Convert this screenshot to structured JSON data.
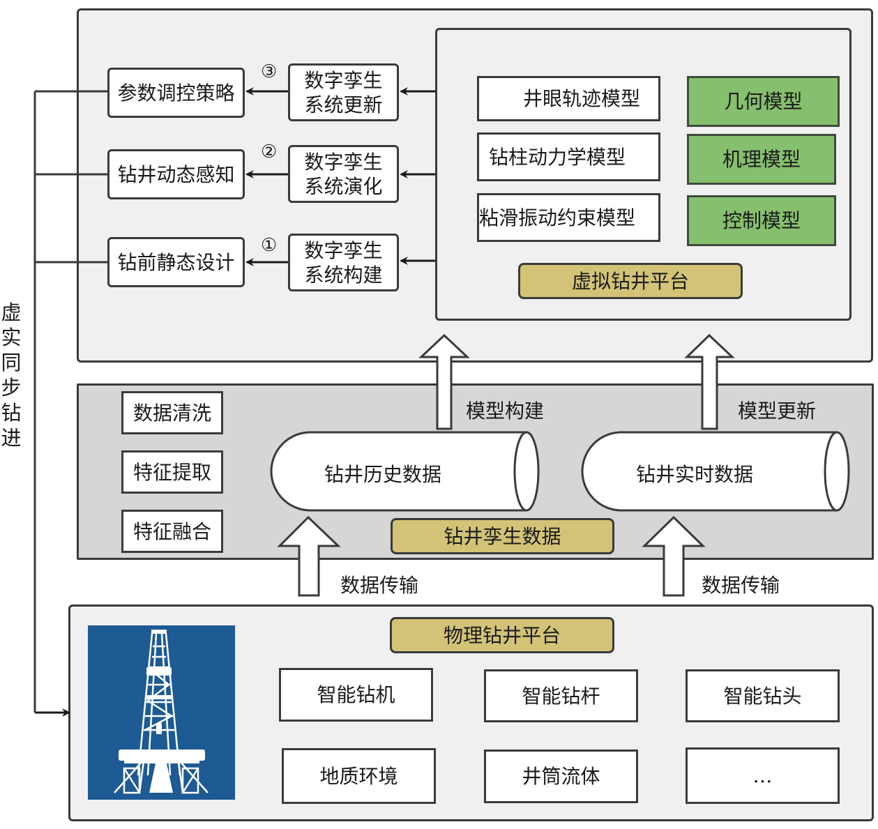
{
  "side_label": {
    "chars": [
      "虚",
      "实",
      "同",
      "步",
      "钻",
      "进"
    ]
  },
  "virtual_layer": {
    "outputs": [
      {
        "label": "参数调控策略",
        "step": "③",
        "process": [
          "数字孪生",
          "系统更新"
        ]
      },
      {
        "label": "钻井动态感知",
        "step": "②",
        "process": [
          "数字孪生",
          "系统演化"
        ]
      },
      {
        "label": "钻前静态设计",
        "step": "①",
        "process": [
          "数字孪生",
          "系统构建"
        ]
      }
    ],
    "platform": {
      "title": "虚拟钻井平台",
      "white_models": [
        "井眼轨迹模型",
        "钻柱动力学模型",
        "粘滑振动约束模型"
      ],
      "green_models": [
        "几何模型",
        "机理模型",
        "控制模型"
      ]
    }
  },
  "data_layer": {
    "title": "钻井孪生数据",
    "processing": [
      "数据清洗",
      "特征提取",
      "特征融合"
    ],
    "stores": [
      "钻井历史数据",
      "钻井实时数据"
    ],
    "up_labels": [
      "模型构建",
      "模型更新"
    ],
    "transfer_labels": [
      "数据传输",
      "数据传输"
    ]
  },
  "physical_layer": {
    "title": "物理钻井平台",
    "icon": "drilling-rig-icon",
    "items": [
      "智能钻机",
      "智能钻杆",
      "智能钻头",
      "地质环境",
      "井筒流体",
      "…"
    ]
  },
  "colors": {
    "green_model": "#86bf6d",
    "gold_title": "#d2c377",
    "rig_background": "#1e5a93",
    "data_layer_background": "#d6d6d7",
    "panel_background": "#f0f0f0"
  }
}
